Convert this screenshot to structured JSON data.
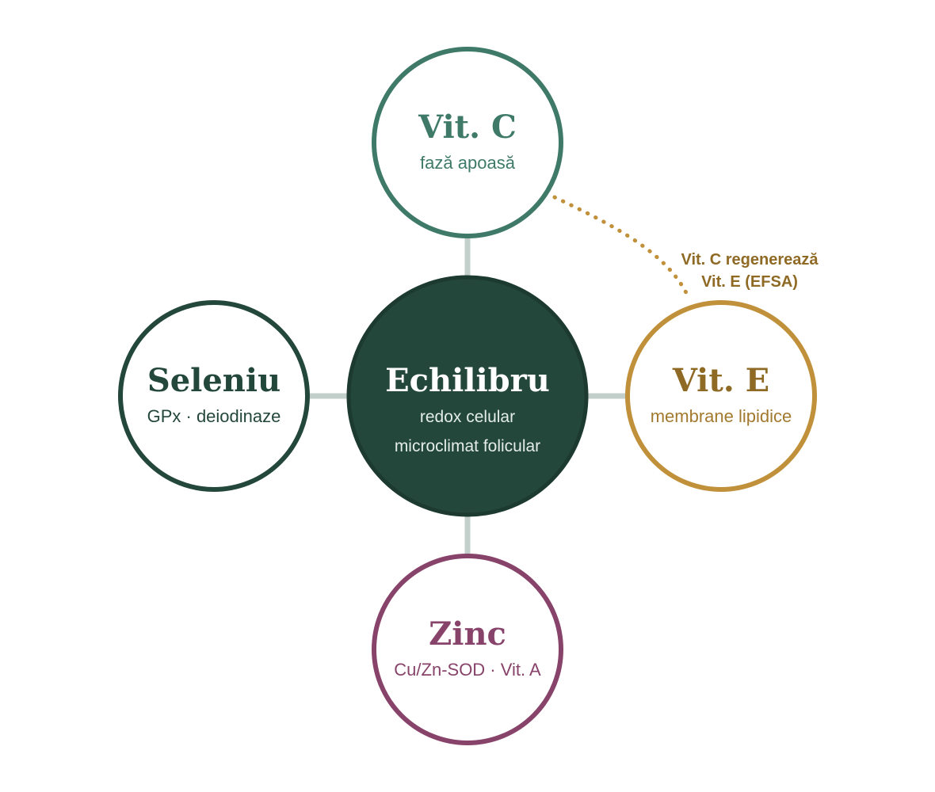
{
  "colors": {
    "connector": "#c3cfca",
    "center_fill": "#23473b",
    "center_stroke": "#1c3a30",
    "center_title": "#ffffff",
    "center_sub": "#e3ece8",
    "vit_c": "#3f7a68",
    "vit_e": "#c0913a",
    "vit_e_text": "#8f6a25",
    "seleniu": "#23473b",
    "zinc": "#87436a"
  },
  "center": {
    "title": "Echilibru",
    "line1": "redox celular",
    "line2": "microclimat folicular"
  },
  "nodes": {
    "vit_c": {
      "title": "Vit. C",
      "subtitle": "fază apoasă"
    },
    "vit_e": {
      "title": "Vit. E",
      "subtitle": "membrane lipidice"
    },
    "seleniu": {
      "title": "Seleniu",
      "subtitle": "GPx · deiodinaze"
    },
    "zinc": {
      "title": "Zinc",
      "subtitle": "Cu/Zn-SOD · Vit. A"
    }
  },
  "regeneration_note": {
    "line1": "Vit. C regenerează",
    "line2": "Vit. E (EFSA)"
  }
}
